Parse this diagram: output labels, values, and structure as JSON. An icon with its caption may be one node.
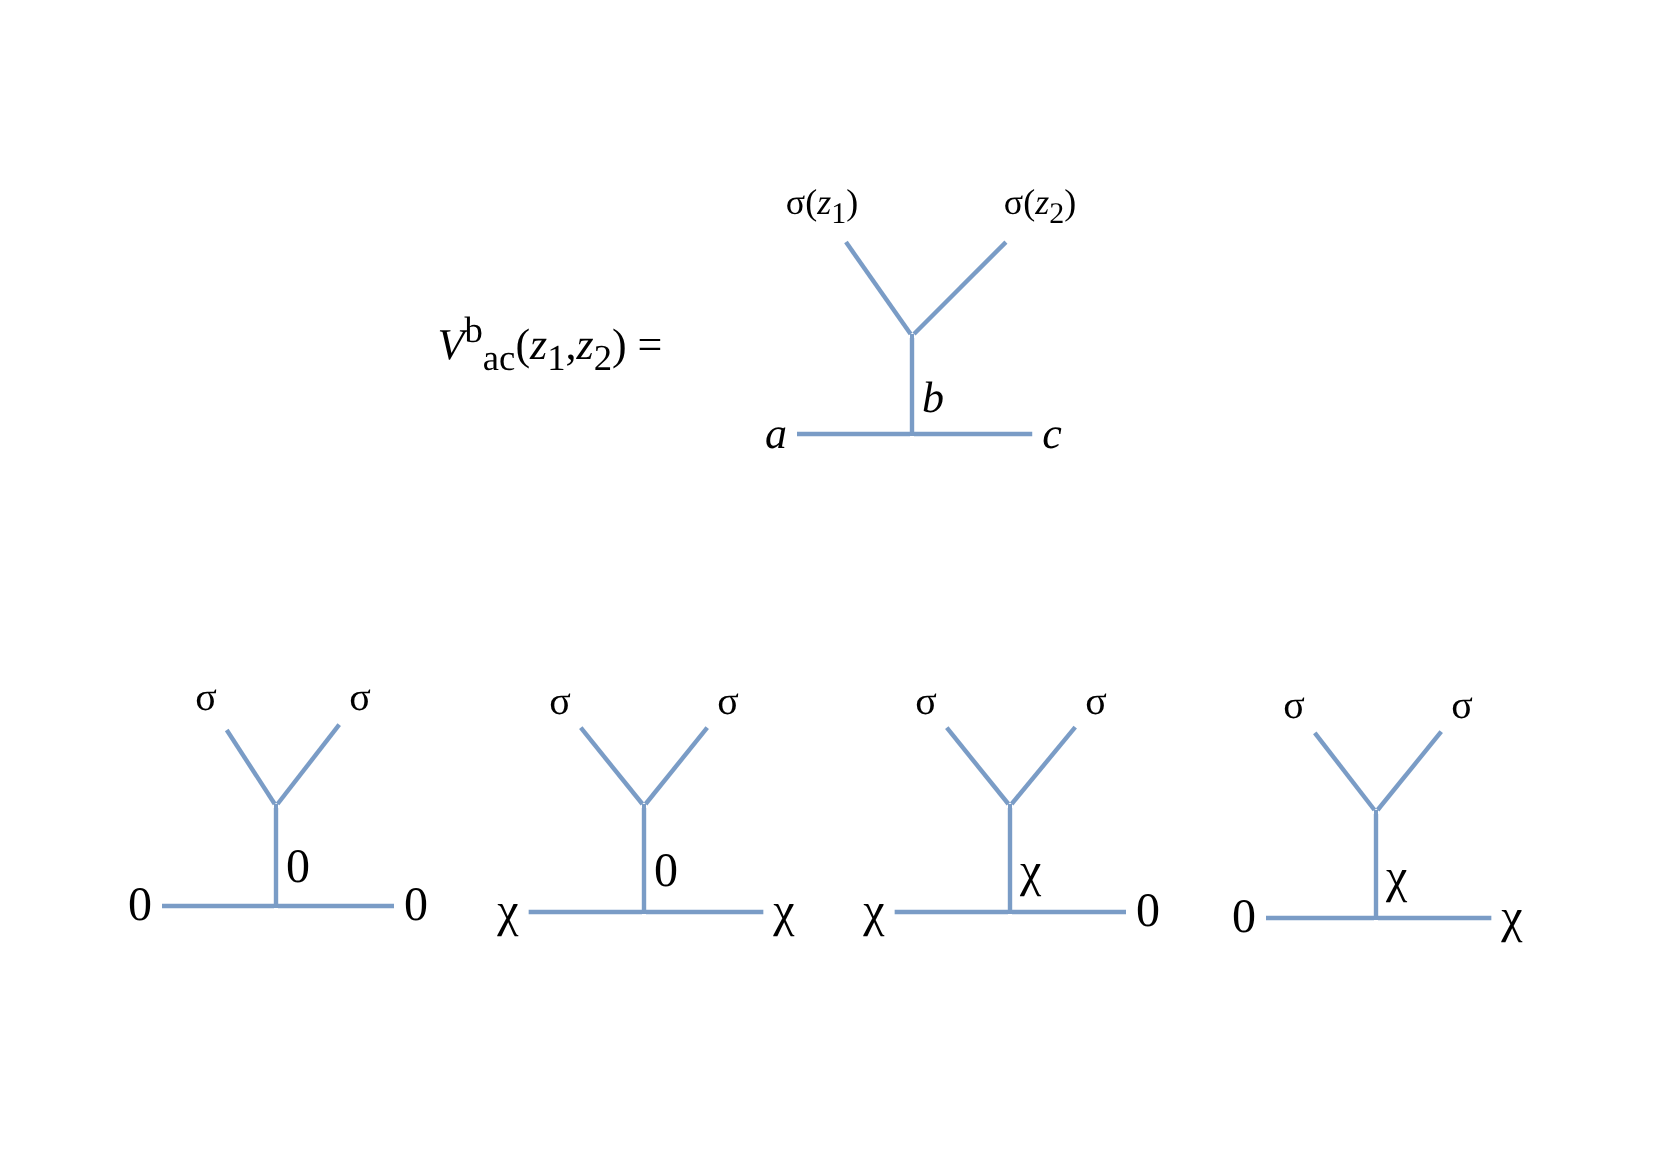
{
  "diagram": {
    "nodes": [
      {
        "text": [
          "σ(*z*$_{1}$)"
        ]
      },
      {
        "text": [
          "σ(*z*$_{2}$)"
        ]
      },
      {
        "text": [],
        "shape": "point"
      },
      {
        "text": [
          "*a*"
        ]
      },
      {
        "text": [],
        "shape": "point"
      },
      {
        "text": [
          "*c*"
        ]
      },
      {
        "text": [
          "σ"
        ]
      },
      {
        "text": [
          "σ"
        ]
      },
      {
        "text": [],
        "shape": "point"
      },
      {
        "text": [
          "0"
        ]
      },
      {
        "text": [],
        "shape": "point"
      },
      {
        "text": [
          "0"
        ]
      },
      {
        "text": [
          "σ"
        ]
      },
      {
        "text": [
          "σ"
        ]
      },
      {
        "text": [],
        "shape": "point"
      },
      {
        "text": [
          "χ"
        ]
      },
      {
        "text": [],
        "shape": "point"
      },
      {
        "text": [
          "χ"
        ]
      },
      {
        "text": [
          "σ"
        ]
      },
      {
        "text": [
          "σ"
        ]
      },
      {
        "text": [],
        "shape": "point"
      },
      {
        "text": [
          "χ"
        ]
      },
      {
        "text": [],
        "shape": "point"
      },
      {
        "text": [
          "0"
        ]
      },
      {
        "text": [
          "σ"
        ]
      },
      {
        "text": [
          "σ"
        ]
      },
      {
        "text": [],
        "shape": "point"
      },
      {
        "text": [
          "0"
        ]
      },
      {
        "text": [],
        "shape": "point"
      },
      {
        "text": [
          "χ"
        ]
      }
    ],
    "edges": [
      {
        "from": 0,
        "to": 2,
        "arrow": "none"
      },
      {
        "from": 1,
        "to": 2,
        "arrow": "none"
      },
      {
        "from": 2,
        "to": 4,
        "arrow": "none",
        "label": "*b*"
      },
      {
        "from": 3,
        "to": 4,
        "arrow": "none"
      },
      {
        "from": 4,
        "to": 5,
        "arrow": "none"
      },
      {
        "from": 6,
        "to": 8,
        "arrow": "none"
      },
      {
        "from": 7,
        "to": 8,
        "arrow": "none"
      },
      {
        "from": 8,
        "to": 10,
        "arrow": "none",
        "label": "0"
      },
      {
        "from": 9,
        "to": 10,
        "arrow": "none"
      },
      {
        "from": 10,
        "to": 11,
        "arrow": "none"
      },
      {
        "from": 12,
        "to": 14,
        "arrow": "none"
      },
      {
        "from": 13,
        "to": 14,
        "arrow": "none"
      },
      {
        "from": 14,
        "to": 16,
        "arrow": "none",
        "label": "0"
      },
      {
        "from": 15,
        "to": 16,
        "arrow": "none"
      },
      {
        "from": 16,
        "to": 17,
        "arrow": "none"
      },
      {
        "from": 18,
        "to": 20,
        "arrow": "none"
      },
      {
        "from": 19,
        "to": 20,
        "arrow": "none"
      },
      {
        "from": 20,
        "to": 22,
        "arrow": "none",
        "label": "χ"
      },
      {
        "from": 21,
        "to": 22,
        "arrow": "none"
      },
      {
        "from": 22,
        "to": 23,
        "arrow": "none"
      },
      {
        "from": 24,
        "to": 26,
        "arrow": "none"
      },
      {
        "from": 25,
        "to": 26,
        "arrow": "none"
      },
      {
        "from": 26,
        "to": 28,
        "arrow": "none",
        "label": "χ"
      },
      {
        "from": 27,
        "to": 28,
        "arrow": "none"
      },
      {
        "from": 28,
        "to": 29,
        "arrow": "none"
      }
    ],
    "labels": [
      "*V*$^{b}$$_{ac}$(*z*$_{1}$,*z*$_{2}$) ="
    ]
  }
}
